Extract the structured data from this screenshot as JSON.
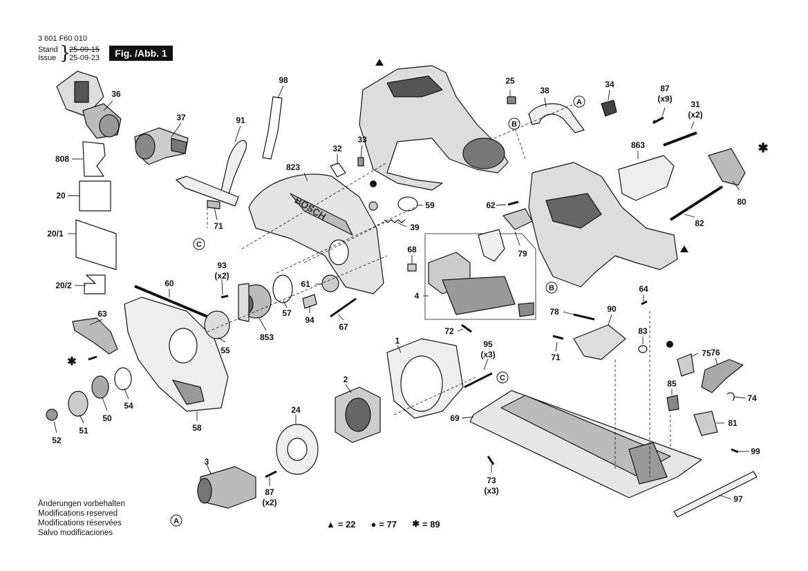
{
  "header": {
    "doc_number": "3 601 F60 010",
    "stand_label": "Stand",
    "stand_date": "25-09-15",
    "issue_label": "Issue",
    "issue_date": "25-09-23",
    "figure_label": "Fig. /Abb. 1"
  },
  "notes": [
    "Änderungen vorbehalten",
    "Modifications reserved",
    "Modifications réservées",
    "Salvo modificaciones"
  ],
  "legend": [
    {
      "symbol": "▲",
      "text": "= 22"
    },
    {
      "symbol": "●",
      "text": "= 77"
    },
    {
      "symbol": "✱",
      "text": "= 89"
    }
  ],
  "brand": "BOSCH",
  "reference_markers": [
    "A",
    "B",
    "C"
  ],
  "callouts": {
    "p36": "36",
    "p37": "37",
    "p808": "808",
    "p20": "20",
    "p20_1": "20/1",
    "p20_2": "20/2",
    "p98": "98",
    "p91": "91",
    "p71a": "71",
    "p823": "823",
    "p32": "32",
    "p33": "33",
    "p59": "59",
    "p39": "39",
    "p25": "25",
    "p38": "38",
    "p34": "34",
    "p87a": "87",
    "p87a_q": "(x9)",
    "p31": "31",
    "p31_q": "(x2)",
    "p863": "863",
    "p80": "80",
    "p82": "82",
    "p62": "62",
    "p79": "79",
    "p68": "68",
    "p61": "61",
    "p94": "94",
    "p67": "67",
    "p4": "4",
    "p72": "72",
    "p93": "93",
    "p93_q": "(x2)",
    "p60": "60",
    "p57": "57",
    "p853": "853",
    "p55": "55",
    "p63": "63",
    "p54": "54",
    "p50": "50",
    "p51": "51",
    "p52": "52",
    "p58": "58",
    "p1": "1",
    "p2": "2",
    "p24": "24",
    "p95": "95",
    "p95_q": "(x3)",
    "p3": "3",
    "p87b": "87",
    "p87b_q": "(x2)",
    "p64": "64",
    "p90": "90",
    "p78": "78",
    "p83": "83",
    "p71b": "71",
    "p75": "75",
    "p76": "76",
    "p85": "85",
    "p74": "74",
    "p81": "81",
    "p99": "99",
    "p69": "69",
    "p73": "73",
    "p73_q": "(x3)",
    "p97": "97"
  }
}
